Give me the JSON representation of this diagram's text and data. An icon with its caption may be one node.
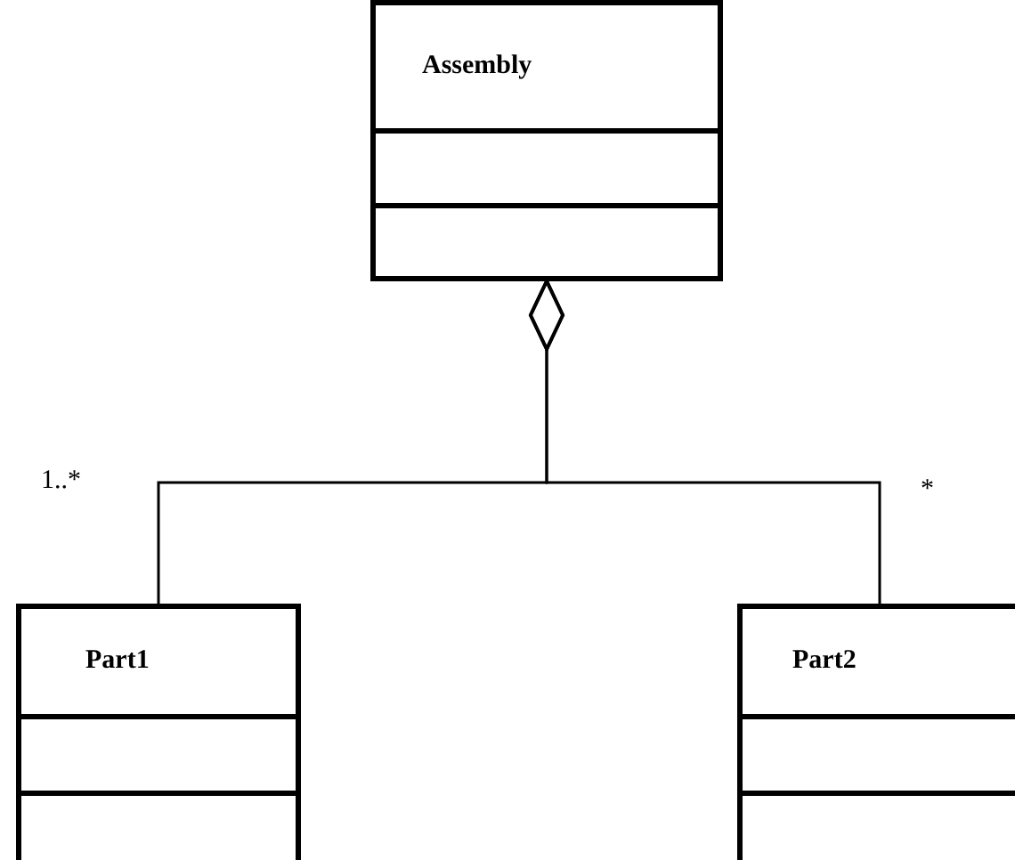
{
  "diagram": {
    "nodes": [
      {
        "text": [
          "Assembly"
        ]
      },
      {
        "text": [
          "Part1"
        ]
      },
      {
        "text": [
          "Part2"
        ]
      }
    ],
    "edges": [
      {
        "from": 1,
        "to": 0,
        "arrow": "other",
        "label": "1..*"
      },
      {
        "from": 2,
        "to": 0,
        "arrow": "other",
        "label": "*"
      }
    ]
  }
}
